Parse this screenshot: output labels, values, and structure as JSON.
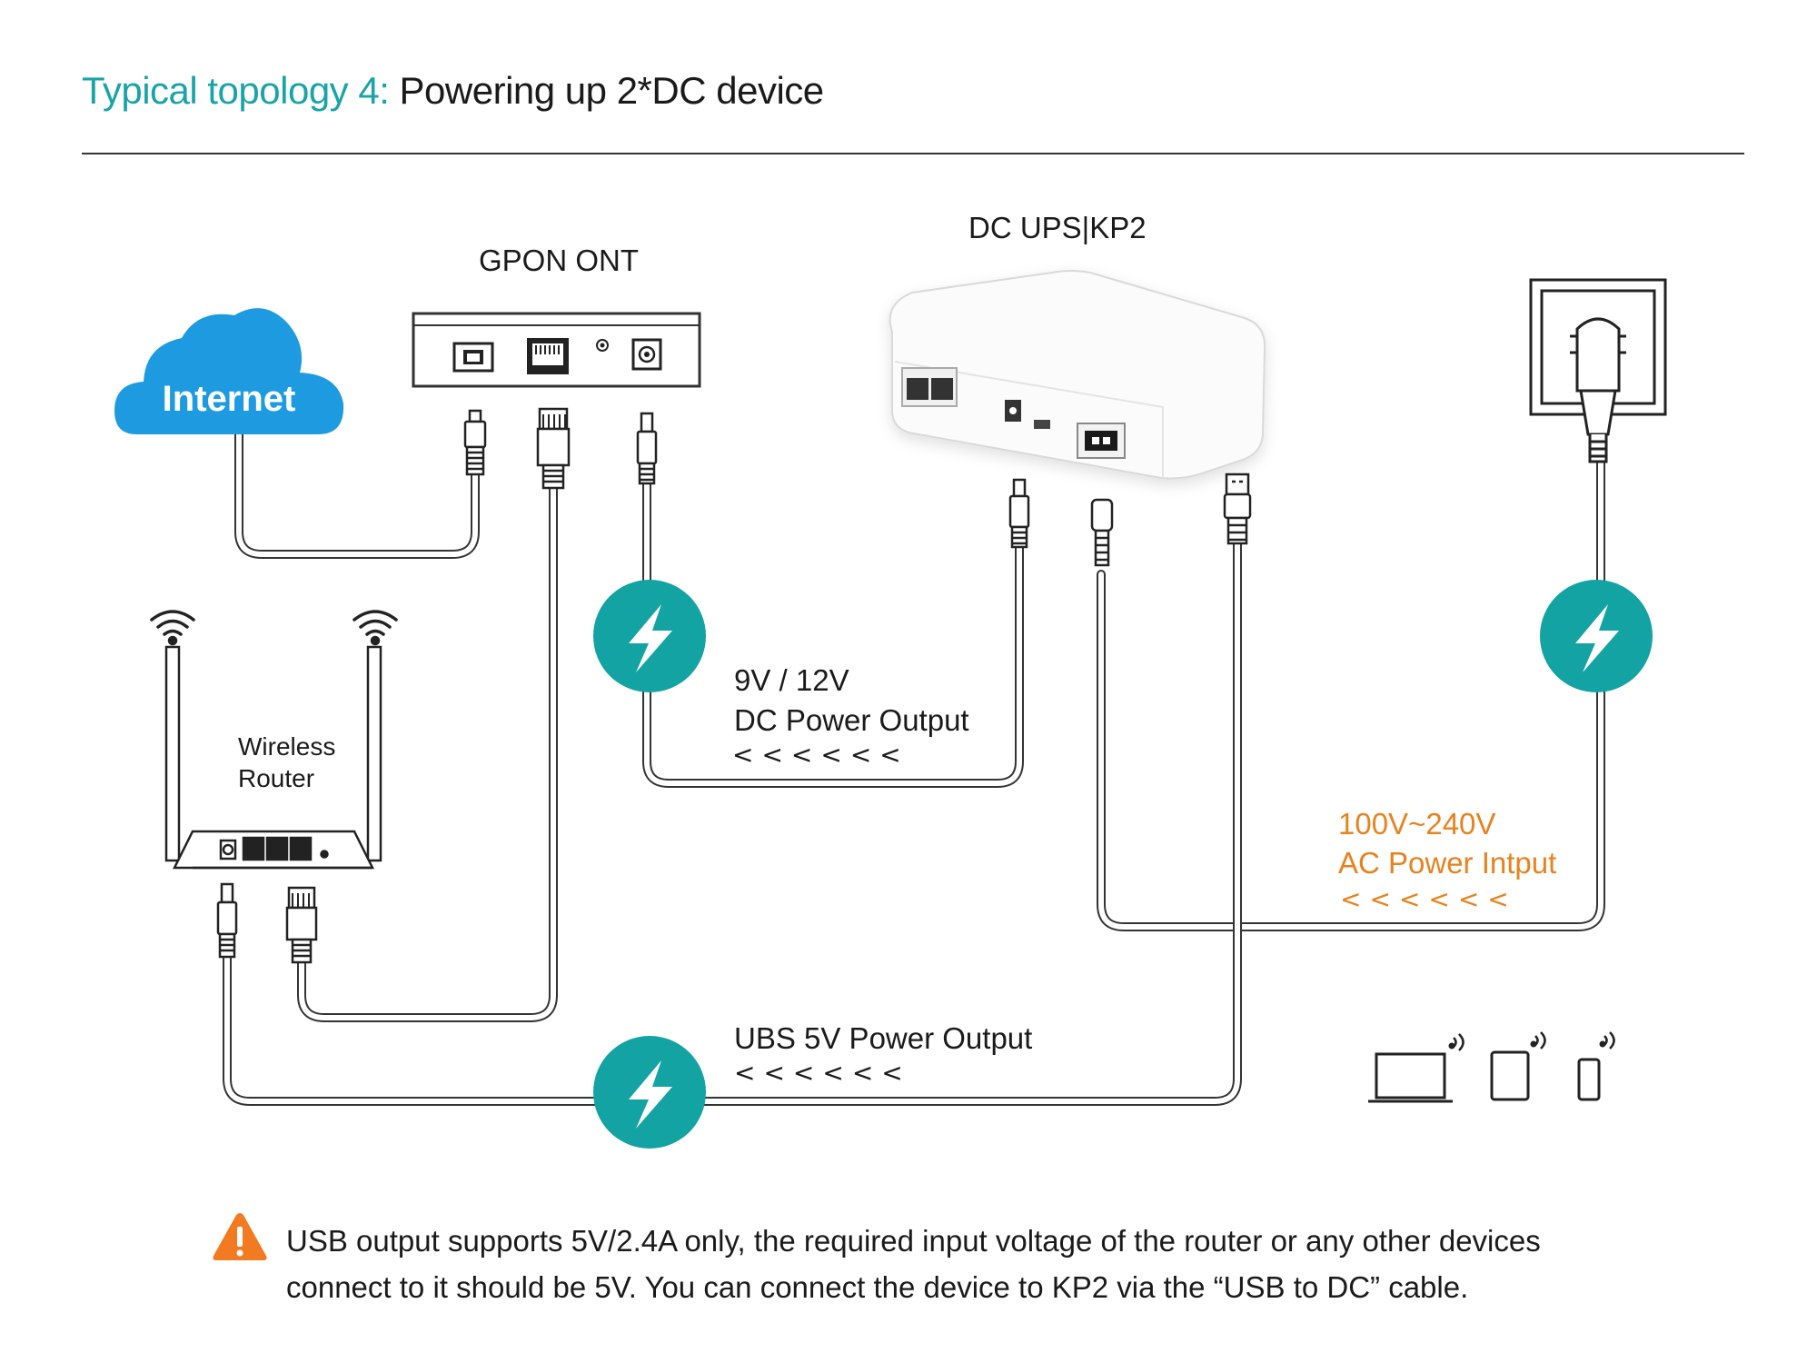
{
  "title": {
    "prefix": "Typical topology 4:",
    "main": " Powering up 2*DC device"
  },
  "labels": {
    "gpon": "GPON ONT",
    "ups": "DC UPS|KP2",
    "internet": "Internet",
    "router_line1": "Wireless",
    "router_line2": "Router",
    "dc_voltage": "9V / 12V",
    "dc_output": "DC Power Output",
    "ac_voltage": "100V~240V",
    "ac_input": "AC Power Intput",
    "usb_output": "UBS 5V Power Output",
    "arrows": "<<<<<<"
  },
  "warning": {
    "line1": "USB output supports 5V/2.4A only, the required input voltage of the router or any other devices",
    "line2": "connect to it should be 5V. You can connect the device to KP2 via the “USB to DC” cable."
  },
  "colors": {
    "accent": "#1aa3a9",
    "bolt_circle": "#13a3a3",
    "cloud": "#1e9be0",
    "ac_label": "#e8821e",
    "warning": "#f27b21"
  },
  "icons": [
    "cloud-icon",
    "wifi-icon",
    "lightning-icon",
    "laptop-icon",
    "tablet-icon",
    "phone-icon",
    "warning-icon",
    "wall-socket-icon"
  ]
}
